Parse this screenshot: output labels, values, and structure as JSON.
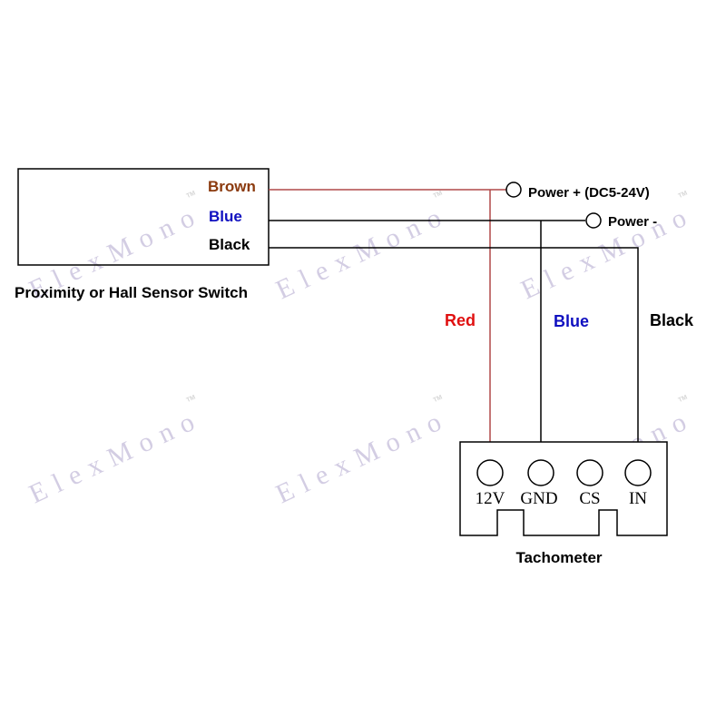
{
  "sensor": {
    "title": "Proximity or Hall Sensor Switch",
    "wires": [
      {
        "label": "Brown",
        "color": "#8B3A0E"
      },
      {
        "label": "Blue",
        "color": "#1010C0"
      },
      {
        "label": "Black",
        "color": "#000000"
      }
    ]
  },
  "power": {
    "plus": "Power + (DC5-24V)",
    "minus": "Power -"
  },
  "wire_labels": [
    {
      "label": "Red",
      "color": "#E01010"
    },
    {
      "label": "Blue",
      "color": "#1010C0"
    },
    {
      "label": "Black",
      "color": "#000000"
    }
  ],
  "tachometer": {
    "title": "Tachometer",
    "terminals": [
      "12V",
      "GND",
      "CS",
      "IN"
    ]
  },
  "colors": {
    "red_wire": "#B04848",
    "line": "#000000"
  },
  "watermark": {
    "text": "ElexMono",
    "tm": "TM"
  }
}
